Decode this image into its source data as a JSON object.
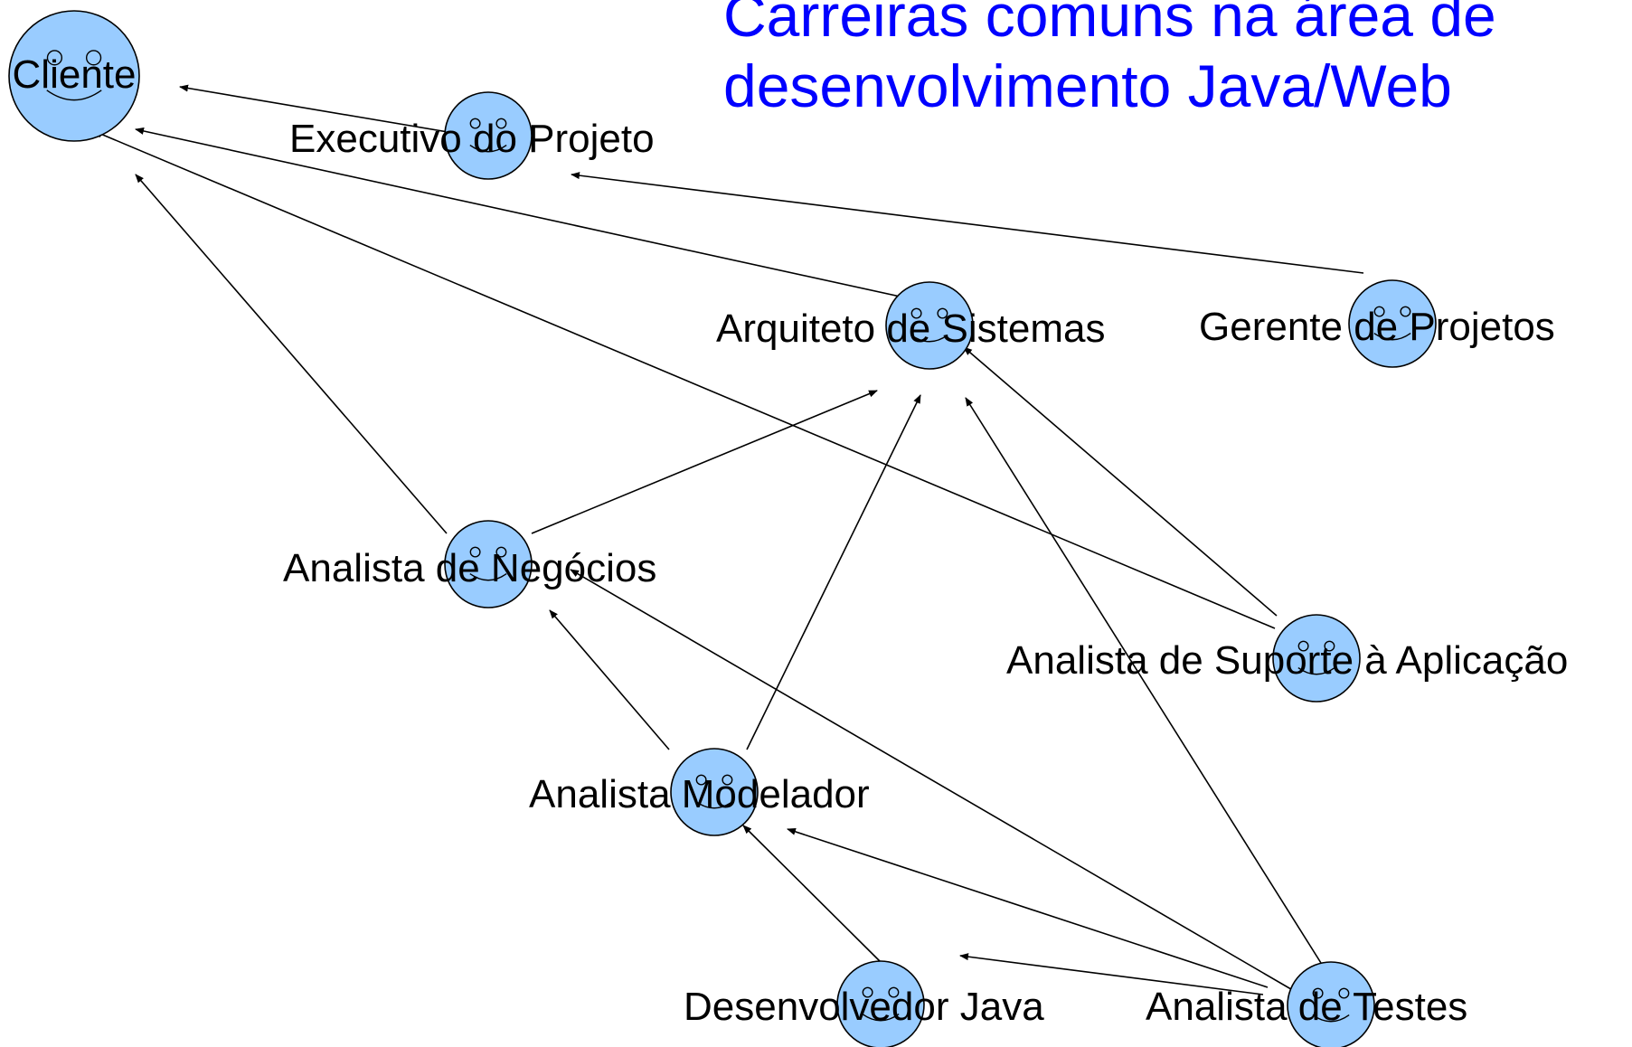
{
  "title": {
    "line1": "Carreiras comuns na área de",
    "line2": "desenvolvimento Java/Web"
  },
  "colors": {
    "title": "#0000ff",
    "face_fill": "#99ccff",
    "face_stroke": "#000000",
    "arrow": "#000000",
    "label": "#000000"
  },
  "icon": "smiley-face-icon",
  "nodes": [
    {
      "id": "cliente",
      "label": "Cliente"
    },
    {
      "id": "executivo",
      "label": "Executivo do Projeto"
    },
    {
      "id": "arquiteto",
      "label": "Arquiteto de Sistemas"
    },
    {
      "id": "gerente",
      "label": "Gerente de Projetos"
    },
    {
      "id": "negocios",
      "label": "Analista de Negócios"
    },
    {
      "id": "suporte",
      "label": "Analista de Suporte à Aplicação"
    },
    {
      "id": "modelador",
      "label": "Analista Modelador"
    },
    {
      "id": "java",
      "label": "Desenvolvedor Java"
    },
    {
      "id": "testes",
      "label": "Analista de Testes"
    }
  ],
  "edges": [
    {
      "from": "executivo",
      "to": "cliente"
    },
    {
      "from": "arquiteto",
      "to": "cliente"
    },
    {
      "from": "negocios",
      "to": "cliente"
    },
    {
      "from": "suporte",
      "to": "cliente"
    },
    {
      "from": "gerente",
      "to": "executivo"
    },
    {
      "from": "negocios",
      "to": "arquiteto"
    },
    {
      "from": "modelador",
      "to": "arquiteto"
    },
    {
      "from": "suporte",
      "to": "arquiteto"
    },
    {
      "from": "testes",
      "to": "arquiteto"
    },
    {
      "from": "modelador",
      "to": "negocios"
    },
    {
      "from": "testes",
      "to": "negocios"
    },
    {
      "from": "java",
      "to": "modelador"
    },
    {
      "from": "testes",
      "to": "modelador"
    },
    {
      "from": "testes",
      "to": "java"
    }
  ]
}
